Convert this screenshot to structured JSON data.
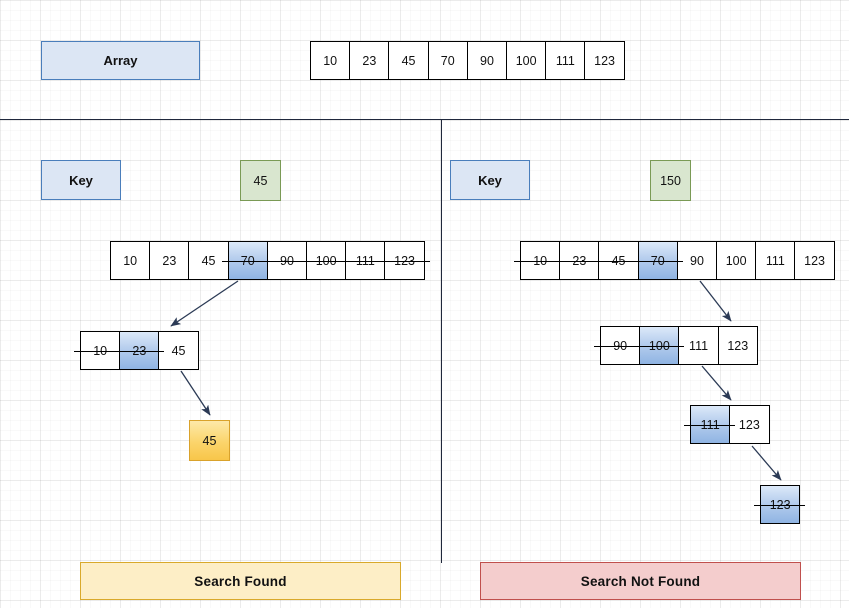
{
  "title": "Binary Search Illustration",
  "top": {
    "array_label": "Array",
    "array_values": [
      "10",
      "23",
      "45",
      "70",
      "90",
      "100",
      "111",
      "123"
    ]
  },
  "left_panel": {
    "key_label": "Key",
    "key_value": "45",
    "result_value": "45",
    "banner": "Search Found",
    "rows": [
      {
        "cells": [
          "10",
          "23",
          "45",
          "70",
          "90",
          "100",
          "111",
          "123"
        ],
        "highlight_index": 3,
        "strike_from": 3,
        "strike_to": 7
      },
      {
        "cells": [
          "10",
          "23",
          "45"
        ],
        "highlight_index": 1,
        "strike_from": 0,
        "strike_to": 1
      }
    ]
  },
  "right_panel": {
    "key_label": "Key",
    "key_value": "150",
    "banner": "Search Not  Found",
    "rows": [
      {
        "cells": [
          "10",
          "23",
          "45",
          "70",
          "90",
          "100",
          "111",
          "123"
        ],
        "highlight_index": 3,
        "strike_from": 0,
        "strike_to": 3
      },
      {
        "cells": [
          "90",
          "100",
          "111",
          "123"
        ],
        "highlight_index": 1,
        "strike_from": 0,
        "strike_to": 1
      },
      {
        "cells": [
          "111",
          "123"
        ],
        "highlight_index": 0,
        "strike_from": 0,
        "strike_to": 0
      },
      {
        "cells": [
          "123"
        ],
        "highlight_index": 0,
        "strike_from": 0,
        "strike_to": 0
      }
    ]
  },
  "colors": {
    "label_box_fill": "#dce6f4",
    "label_box_border": "#4a7ebb",
    "key_value_fill": "#d9e6cf",
    "key_value_border": "#7a9a55",
    "highlight_blue": "#8fb4e3",
    "found_fill": "#fdeec6",
    "found_border": "#d9a92b",
    "not_found_fill": "#f4cdcd",
    "not_found_border": "#c0504d",
    "result_fill": "#fbd46b"
  }
}
